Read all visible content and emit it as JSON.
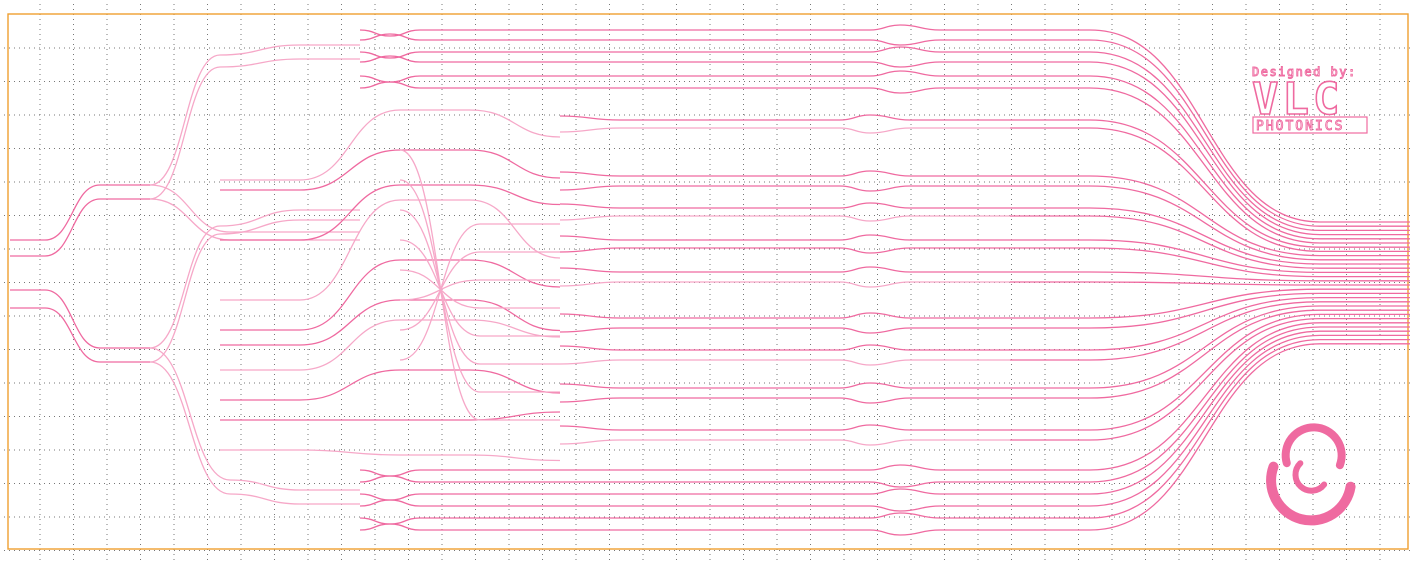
{
  "colors": {
    "waveguide": "#ef6aa0",
    "waveguide_light": "#f6a8c8",
    "frame": "#f0a030",
    "grid": "#777777",
    "background": "#ffffff"
  },
  "logo": {
    "designed_by": "Designed by:",
    "company_main": "VLC",
    "company_sub": "PHOTONICS",
    "emblem_icon": "vlc-swirl-logo-icon"
  }
}
